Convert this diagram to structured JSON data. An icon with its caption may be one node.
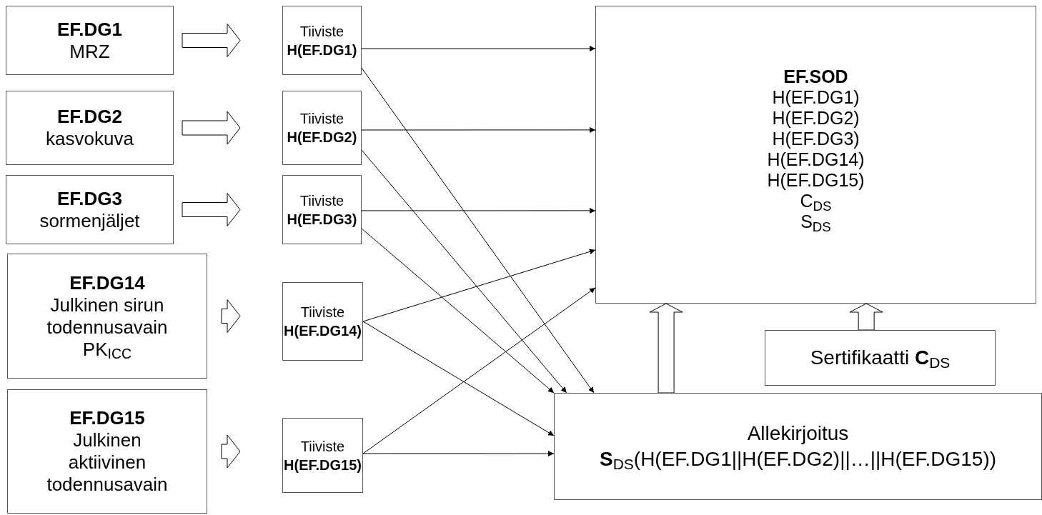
{
  "diagram": {
    "nodes": [
      {
        "text": [
          "EF.DG1",
          "MRZ"
        ]
      },
      {
        "text": [
          "EF.DG2",
          "kasvokuva"
        ]
      },
      {
        "text": [
          "EF.DG3",
          "sormenjäljet"
        ]
      },
      {
        "text": [
          "EF.DG14",
          "Julkinen sirun todennusavain PK$_{ICC}$"
        ]
      },
      {
        "text": [
          "EF.DG15",
          "Julkinen aktiivinen todennusavain"
        ]
      },
      {
        "text": [
          "Tiiviste",
          "H(EF.DG1)"
        ]
      },
      {
        "text": [
          "Tiiviste",
          "H(EF.DG2)"
        ]
      },
      {
        "text": [
          "Tiiviste",
          "H(EF.DG3)"
        ]
      },
      {
        "text": [
          "Tiiviste",
          "H(EF.DG14)"
        ]
      },
      {
        "text": [
          "Tiiviste",
          "H(EF.DG15)"
        ]
      },
      {
        "text": [
          "EF.SOD",
          "H(EF.DG1)",
          "H(EF.DG2)",
          "H(EF.DG3)",
          "H(EF.DG14)",
          "H(EF.DG15)",
          "C$_{DS}$",
          "S$_{DS}$"
        ]
      },
      {
        "text": [
          "Sertifikaatti **C**$_{DS}$"
        ]
      },
      {
        "text": [
          "Allekirjoitus",
          "**S**$_{DS}$(H(EF.DG1||H(EF.DG2)||…||H(EF.DG15))"
        ]
      }
    ],
    "edges": [
      {
        "from": 0,
        "to": 5,
        "arrow": "to",
        "style": "thick"
      },
      {
        "from": 1,
        "to": 6,
        "arrow": "to",
        "style": "thick"
      },
      {
        "from": 2,
        "to": 7,
        "arrow": "to",
        "style": "thick"
      },
      {
        "from": 3,
        "to": 8,
        "arrow": "to",
        "style": "thick"
      },
      {
        "from": 4,
        "to": 9,
        "arrow": "to",
        "style": "thick"
      },
      {
        "from": 12,
        "to": 10,
        "arrow": "to",
        "style": "thick"
      },
      {
        "from": 11,
        "to": 10,
        "arrow": "to",
        "style": "thick"
      },
      {
        "from": 5,
        "to": 10,
        "arrow": "to"
      },
      {
        "from": 6,
        "to": 10,
        "arrow": "to"
      },
      {
        "from": 7,
        "to": 10,
        "arrow": "to"
      },
      {
        "from": 8,
        "to": 10,
        "arrow": "to"
      },
      {
        "from": 9,
        "to": 10,
        "arrow": "to"
      },
      {
        "from": 5,
        "to": 12,
        "arrow": "to"
      },
      {
        "from": 6,
        "to": 12,
        "arrow": "to"
      },
      {
        "from": 7,
        "to": 12,
        "arrow": "to"
      },
      {
        "from": 8,
        "to": 12,
        "arrow": "to"
      },
      {
        "from": 9,
        "to": 12,
        "arrow": "to"
      }
    ]
  }
}
